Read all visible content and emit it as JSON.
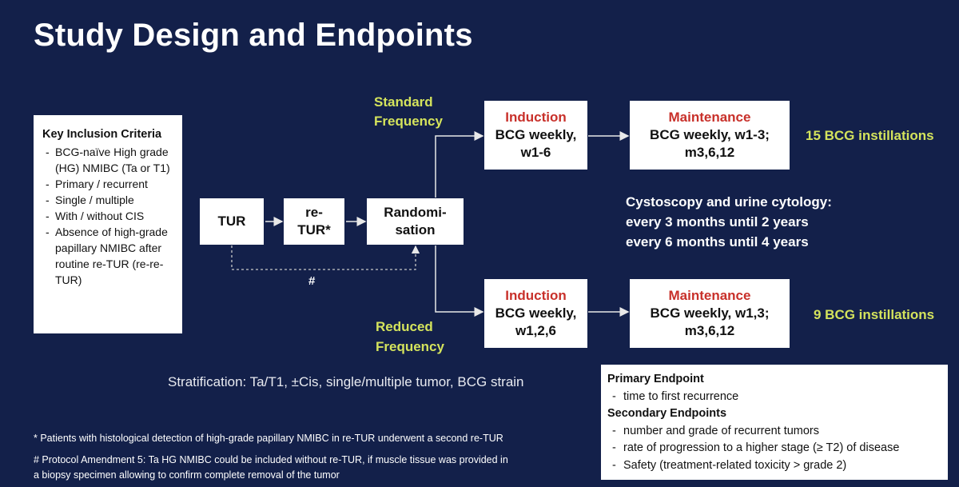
{
  "title": "Study Design and Endpoints",
  "inclusion": {
    "heading": "Key Inclusion Criteria",
    "items": [
      "BCG-naïve High grade (HG) NMIBC (Ta or T1)",
      "Primary / recurrent",
      "Single / multiple",
      "With / without CIS",
      "Absence of high-grade papillary NMIBC after routine re-TUR (re-re-TUR)"
    ]
  },
  "flow": {
    "tur": "TUR",
    "reTur": [
      "re-",
      "TUR*"
    ],
    "randomisation": [
      "Randomi-",
      "sation"
    ],
    "hashLabel": "#"
  },
  "arms": {
    "standard": {
      "label": [
        "Standard",
        "Frequency"
      ],
      "induction": {
        "title": "Induction",
        "lines": [
          "BCG weekly,",
          "w1-6"
        ]
      },
      "maintenance": {
        "title": "Maintenance",
        "lines": [
          "BCG weekly, w1-3;",
          "m3,6,12"
        ]
      },
      "total": "15 BCG instillations"
    },
    "reduced": {
      "label": [
        "Reduced",
        "Frequency"
      ],
      "induction": {
        "title": "Induction",
        "lines": [
          "BCG weekly,",
          "w1,2,6"
        ]
      },
      "maintenance": {
        "title": "Maintenance",
        "lines": [
          "BCG weekly, w1,3;",
          "m3,6,12"
        ]
      },
      "total": "9 BCG instillations"
    }
  },
  "cystoscopy": [
    "Cystoscopy and urine cytology:",
    "every 3 months until 2 years",
    "every 6 months until 4 years"
  ],
  "stratification": "Stratification: Ta/T1, ±Cis, single/multiple tumor, BCG strain",
  "endpoints": {
    "primary_heading": "Primary Endpoint",
    "primary_items": [
      "time to first recurrence"
    ],
    "secondary_heading": "Secondary Endpoints",
    "secondary_items": [
      "number and grade of recurrent tumors",
      "rate of progression to a higher stage (≥ T2) of disease",
      "Safety (treatment-related toxicity > grade 2)"
    ]
  },
  "footnotes": [
    "* Patients with histological detection of high-grade papillary NMIBC in re-TUR underwent a second re-TUR",
    "# Protocol Amendment 5: Ta HG NMIBC could be included without re-TUR, if muscle tissue was provided in",
    "a biopsy specimen allowing to confirm complete removal of the tumor"
  ],
  "colors": {
    "background": "#13204a",
    "accent_green": "#d4e35c",
    "accent_red": "#c8302a"
  }
}
